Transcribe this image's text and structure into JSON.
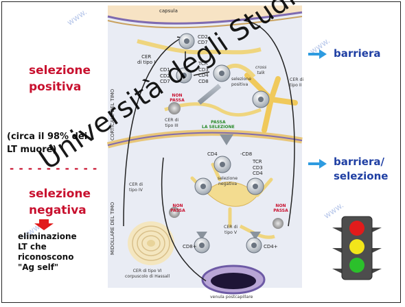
{
  "left": {
    "positive_title": "selezione positiva",
    "positive_l1": "selezione",
    "positive_l2": "positiva",
    "note_l1": "(circa il 98% dei",
    "note_l2": "LT muore)",
    "dashes": "- - - - - - - - - -",
    "negative_l1": "selezione",
    "negative_l2": "negativa",
    "elim_l1": "eliminazione",
    "elim_l2": "LT che",
    "elim_l3": "riconoscono",
    "elim_l4": "\"Ag self\""
  },
  "right": {
    "barrier1": "barriera",
    "barrier2_l1": "barriera/",
    "barrier2_l2": "selezione"
  },
  "figure": {
    "capsula": "capsula",
    "cd2": "CD2",
    "cd7": "CD7",
    "cer_tipo1_a": "CER",
    "cer_tipo1_b": "di tipo I",
    "cd1": "CD1",
    "cd2b": "CD2",
    "cd7b": "CD7",
    "tcr": "TCR",
    "cd3": "CD3",
    "cd4": "CD4",
    "cd8": "CD8",
    "sel_pos_a": "selezione",
    "sel_pos_b": "positiva",
    "cross_a": "cross",
    "cross_b": "talk",
    "cer_tipo2_a": "CER di",
    "cer_tipo2_b": "tipo II",
    "non_passa": "NON PASSA",
    "cer_tipo3_a": "CER di",
    "cer_tipo3_b": "tipo III",
    "passa_a": "PASSA",
    "passa_b": "LA SELEZIONE",
    "corticale": "CORTICALE DEL TIMO",
    "midollare": "MIDOLLARE DEL TIMO",
    "cd4b": "CD4",
    "cd8neg": "-CD8",
    "tcr2": "TCR",
    "cd3b": "CD3",
    "cd4c": "CD4",
    "cer_tipo4_a": "CER di",
    "cer_tipo4_b": "tipo IV",
    "sel_neg_a": "selezione",
    "sel_neg_b": "negativa",
    "non_passa2": "NON PASSA",
    "non_passa3": "NON PASSA",
    "cer_tipo5_a": "CER di",
    "cer_tipo5_b": "tipo V",
    "cd8plus": "CD8+",
    "cd4plus": "CD4+",
    "cer_tipo6_a": "CER di tipo VI",
    "cer_tipo6_b": "corpuscolo di Hassall",
    "venula": "venula postcapillare"
  },
  "watermark": "Università degli Studi di Milano",
  "watermark_small": [
    "www.",
    "www.",
    "www.",
    "www."
  ],
  "colors": {
    "red": "#c8102e",
    "blue": "#1f3fa3",
    "arrow_blue": "#2e9be0",
    "traffic_red": "#e11b1b",
    "traffic_yellow": "#f2e51a",
    "traffic_green": "#2bc02b"
  },
  "icons": [
    "arrow-right-icon",
    "arrow-right-icon",
    "down-arrow-icon",
    "traffic-light-icon"
  ]
}
